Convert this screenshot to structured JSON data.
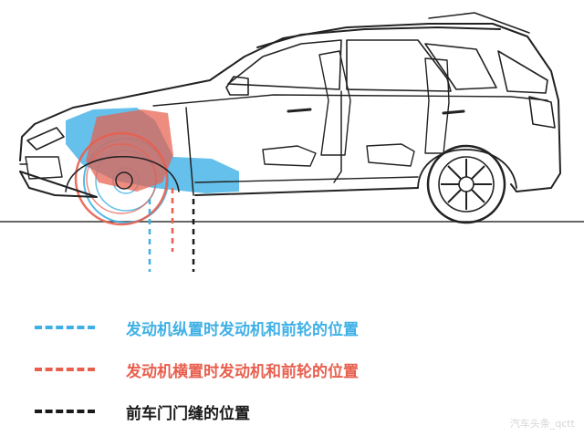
{
  "colors": {
    "longitudinal": "#3fb0e6",
    "transverse": "#e85f4e",
    "door_gap": "#1a1a1a",
    "outline": "#222222"
  },
  "legend": [
    {
      "id": "longitudinal",
      "label": "发动机纵置时发动机和前轮的位置"
    },
    {
      "id": "transverse",
      "label": "发动机横置时发动机和前轮的位置"
    },
    {
      "id": "door_gap",
      "label": "前车门门缝的位置"
    }
  ],
  "watermark": "汽车头条_qctt"
}
